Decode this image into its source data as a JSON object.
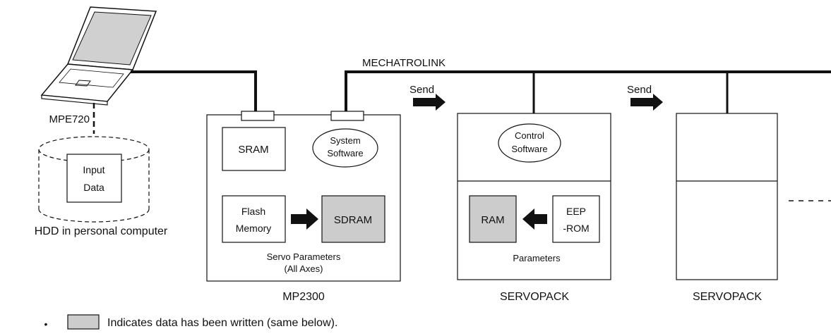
{
  "diagram": {
    "network_label": "MECHATROLINK",
    "send_labels": [
      "Send",
      "Send"
    ],
    "software_label": "MPE720",
    "hdd": {
      "caption": "HDD in personal computer",
      "data_line1": "Input",
      "data_line2": "Data"
    },
    "mp2300": {
      "title": "MP2300",
      "sram": "SRAM",
      "system_software_line1": "System",
      "system_software_line2": "Software",
      "flash_line1": "Flash",
      "flash_line2": "Memory",
      "sdram": "SDRAM",
      "params_line1": "Servo Parameters",
      "params_line2": "(All Axes)"
    },
    "servopack1": {
      "title": "SERVOPACK",
      "control_software_line1": "Control",
      "control_software_line2": "Software",
      "ram": "RAM",
      "eeprom_line1": "EEP",
      "eeprom_line2": "-ROM",
      "params": "Parameters"
    },
    "servopack2": {
      "title": "SERVOPACK"
    },
    "legend": {
      "bullet": "•",
      "text": "Indicates data has been written (same below)."
    }
  },
  "colors": {
    "written_fill": "#cccccc",
    "line": "#111111"
  }
}
